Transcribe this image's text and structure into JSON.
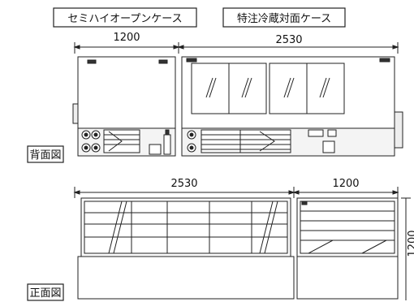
{
  "labels": {
    "semi_open_case": "セミハイオープンケース",
    "custom_refrigerated_case": "特注冷蔵対面ケース",
    "back_view": "背面図",
    "front_view": "正面図"
  },
  "dimensions": {
    "back_left_width": "1200",
    "back_right_width": "2530",
    "front_left_width": "2530",
    "front_right_width": "1200",
    "front_height": "1200"
  },
  "colors": {
    "line": "#222222",
    "panel_gray": "#e6e6e6",
    "glass": "#ffffff"
  }
}
